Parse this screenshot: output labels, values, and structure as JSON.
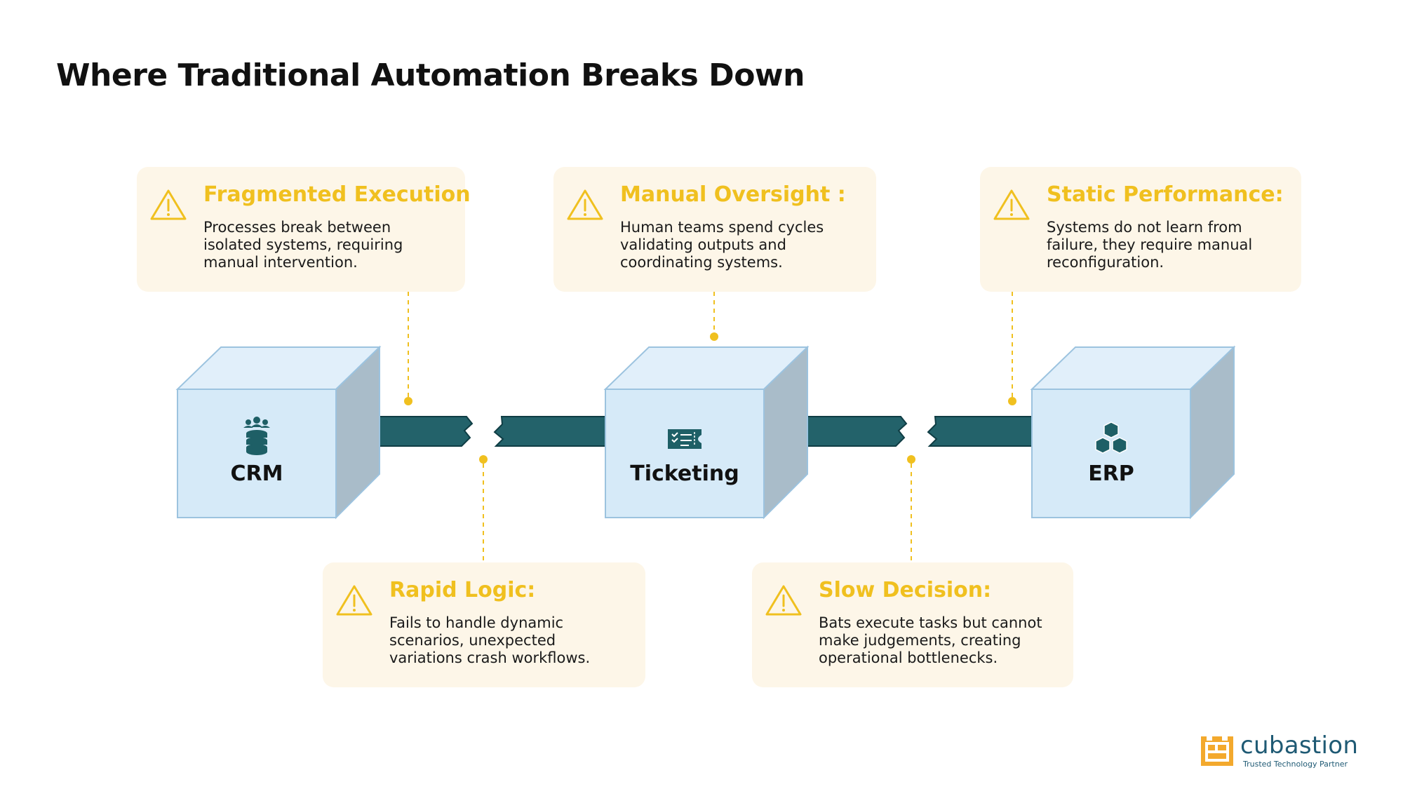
{
  "title": "Where Traditional Automation Breaks Down",
  "systems": [
    {
      "label": "CRM",
      "icon": "crm-database-users-icon"
    },
    {
      "label": "Ticketing",
      "icon": "ticket-checklist-icon"
    },
    {
      "label": "ERP",
      "icon": "stacked-cubes-icon"
    }
  ],
  "callouts": {
    "fragmented": {
      "heading": "Fragmented Execution",
      "body": "Processes break between isolated systems, requiring manual intervention."
    },
    "manual": {
      "heading": "Manual Oversight :",
      "body": "Human teams spend cycles validating outputs and coordinating systems."
    },
    "static": {
      "heading": "Static Performance:",
      "body": "Systems do not learn from failure, they require manual reconfiguration."
    },
    "rapid": {
      "heading": "Rapid Logic:",
      "body": "Fails to handle dynamic scenarios, unexpected variations crash workflows."
    },
    "slow": {
      "heading": "Slow Decision:",
      "body": "Bats execute tasks but cannot make judgements, creating operational bottlenecks."
    }
  },
  "logo": {
    "brand": "cubastion",
    "tagline": "Trusted Technology Partner"
  },
  "colors": {
    "accent": "#f0c01f",
    "callout_bg": "#fdf6e8",
    "box_front": "#d6eaf8",
    "box_side": "#a9bcc9",
    "pipe": "#23626a",
    "brand": "#1f5a74"
  }
}
